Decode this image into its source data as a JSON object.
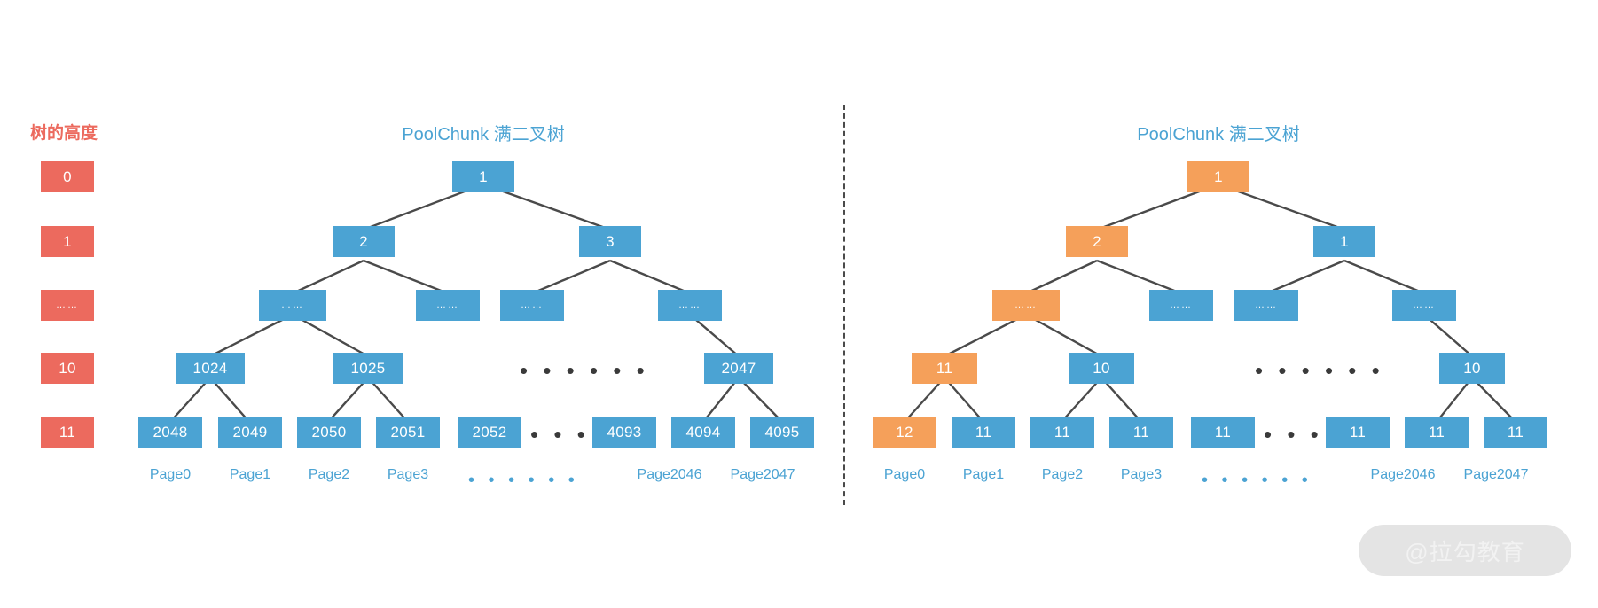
{
  "height_column": {
    "title": "树的高度",
    "color": "#ec6a5e",
    "levels": [
      "0",
      "1",
      "……",
      "10",
      "11"
    ]
  },
  "watermark": {
    "text": "@拉勾教育"
  },
  "colors": {
    "blue": "#4ba3d3",
    "orange": "#f5a05a",
    "red": "#ec6a5e",
    "edge": "#4a4a4a",
    "title_blue": "#4ba3d3"
  },
  "left_tree": {
    "title": "PoolChunk 满二叉树",
    "levels": {
      "l0": [
        {
          "label": "1",
          "color": "blue"
        }
      ],
      "l1": [
        {
          "label": "2",
          "color": "blue"
        },
        {
          "label": "3",
          "color": "blue"
        }
      ],
      "l2": [
        {
          "label": "……",
          "color": "blue"
        },
        {
          "label": "……",
          "color": "blue"
        },
        {
          "label": "……",
          "color": "blue"
        },
        {
          "label": "……",
          "color": "blue"
        }
      ],
      "l3": [
        {
          "label": "1024",
          "color": "blue"
        },
        {
          "label": "1025",
          "color": "blue"
        },
        {
          "label": "2047",
          "color": "blue"
        }
      ],
      "l4": [
        {
          "label": "2048",
          "color": "blue"
        },
        {
          "label": "2049",
          "color": "blue"
        },
        {
          "label": "2050",
          "color": "blue"
        },
        {
          "label": "2051",
          "color": "blue"
        },
        {
          "label": "2052",
          "color": "blue"
        },
        {
          "label": "4093",
          "color": "blue"
        },
        {
          "label": "4094",
          "color": "blue"
        },
        {
          "label": "4095",
          "color": "blue"
        }
      ]
    },
    "page_labels": [
      "Page0",
      "Page1",
      "Page2",
      "Page3",
      "Page2046",
      "Page2047"
    ],
    "mid_ellipsis": "• • • • • •",
    "leaf_ellipsis": "• • • • • •",
    "page_ellipsis": "• • • • • •"
  },
  "right_tree": {
    "title": "PoolChunk 满二叉树",
    "levels": {
      "l0": [
        {
          "label": "1",
          "color": "orange"
        }
      ],
      "l1": [
        {
          "label": "2",
          "color": "orange"
        },
        {
          "label": "1",
          "color": "blue"
        }
      ],
      "l2": [
        {
          "label": "……",
          "color": "orange"
        },
        {
          "label": "……",
          "color": "blue"
        },
        {
          "label": "……",
          "color": "blue"
        },
        {
          "label": "……",
          "color": "blue"
        }
      ],
      "l3": [
        {
          "label": "11",
          "color": "orange"
        },
        {
          "label": "10",
          "color": "blue"
        },
        {
          "label": "10",
          "color": "blue"
        }
      ],
      "l4": [
        {
          "label": "12",
          "color": "orange"
        },
        {
          "label": "11",
          "color": "blue"
        },
        {
          "label": "11",
          "color": "blue"
        },
        {
          "label": "11",
          "color": "blue"
        },
        {
          "label": "11",
          "color": "blue"
        },
        {
          "label": "11",
          "color": "blue"
        },
        {
          "label": "11",
          "color": "blue"
        },
        {
          "label": "11",
          "color": "blue"
        }
      ]
    },
    "page_labels": [
      "Page0",
      "Page1",
      "Page2",
      "Page3",
      "Page2046",
      "Page2047"
    ],
    "mid_ellipsis": "• • • • • •",
    "leaf_ellipsis": "• • • • • •",
    "page_ellipsis": "• • • • • •"
  }
}
